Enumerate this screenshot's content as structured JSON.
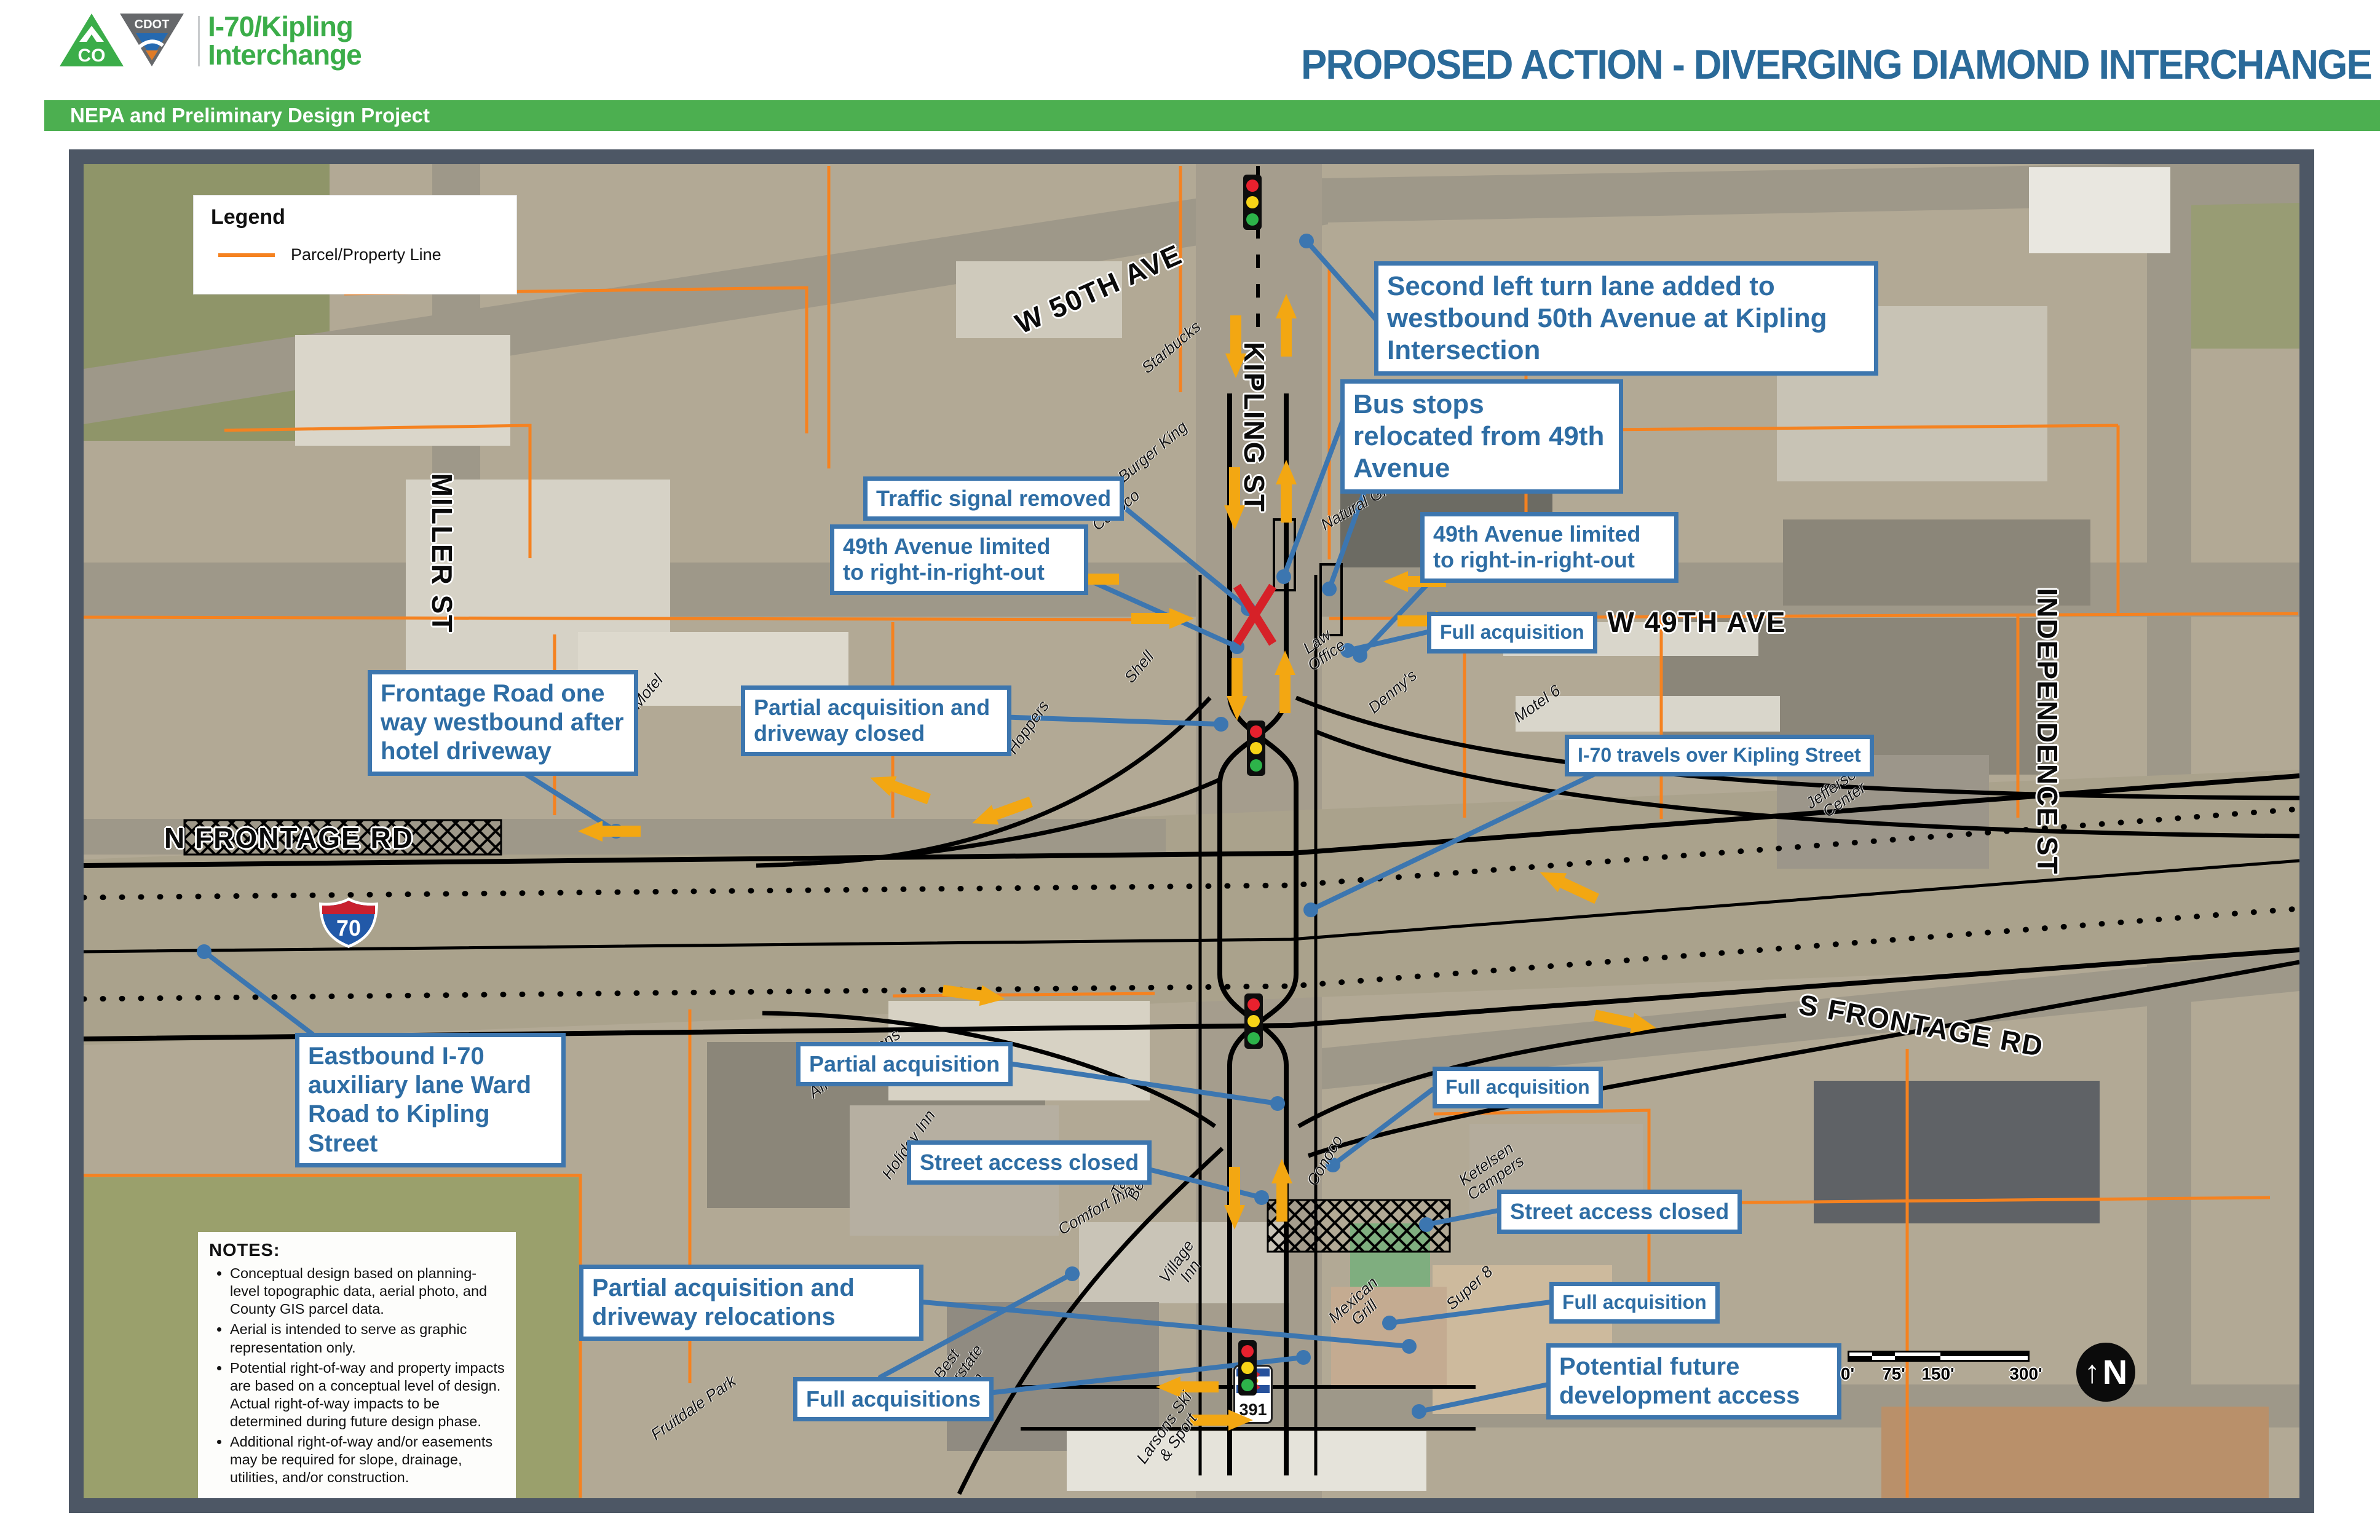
{
  "header": {
    "logo": {
      "co": "CO",
      "cdot": "CDOT"
    },
    "project_title_line1": "I-70/Kipling",
    "project_title_line2": "Interchange",
    "banner": "NEPA and Preliminary Design Project",
    "main_title": "PROPOSED ACTION - DIVERGING DIAMOND INTERCHANGE"
  },
  "legend": {
    "title": "Legend",
    "items": [
      {
        "label": "Parcel/Property Line",
        "swatch_color": "#F58220"
      }
    ]
  },
  "street_labels": [
    {
      "text": "W 50TH AVE"
    },
    {
      "text": "KIPLING ST"
    },
    {
      "text": "MILLER ST"
    },
    {
      "text": "W 49TH AVE"
    },
    {
      "text": "INDEPENDENCE ST"
    },
    {
      "text": "N FRONTAGE RD"
    },
    {
      "text": "S FRONTAGE RD"
    }
  ],
  "route_shields": {
    "interstate": "70",
    "state_highway": "391"
  },
  "business_labels": [
    "Starbucks",
    "Burger King",
    "Conoco",
    "Natural Grocers",
    "Law Office",
    "Denny's",
    "Motel 6",
    "Shell",
    "American Motel",
    "Hoppers",
    "Jefferson Center",
    "Affordable Inns",
    "Holiday Inn",
    "Comfort Inn",
    "Taco Bell",
    "Conoco",
    "Ketelsen Campers",
    "Village Inn",
    "Mexican Grill",
    "Super 8",
    "Best Interstate Inn",
    "Fruitdale Park",
    "Larsons Ski & Sport"
  ],
  "callouts": [
    "Second left turn lane added to westbound 50th Avenue at Kipling Intersection",
    "Bus stops relocated from 49th Avenue",
    "Traffic signal removed",
    "49th Avenue limited to right-in-right-out",
    "49th Avenue limited to right-in-right-out",
    "Full acquisition",
    "Frontage Road one way westbound after hotel driveway",
    "Partial acquisition and driveway closed",
    "I-70 travels over Kipling Street",
    "Eastbound I-70 auxiliary lane Ward Road to Kipling Street",
    "Partial acquisition",
    "Street access closed",
    "Full acquisition",
    "Street access closed",
    "Partial acquisition and driveway relocations",
    "Full acquisitions",
    "Full acquisition",
    "Potential future development access"
  ],
  "notes": {
    "title": "NOTES:",
    "items": [
      "Conceptual design based on planning-level topographic data, aerial photo, and County GIS parcel data.",
      "Aerial is intended to serve as graphic representation only.",
      "Potential right-of-way and property impacts are based on a conceptual level of design. Actual right-of-way impacts to be determined during future design phase.",
      "Additional right-of-way and/or easements may be required for slope, drainage, utilities, and/or construction."
    ]
  },
  "scale_bar": {
    "labels": [
      "0'",
      "75'",
      "150'",
      "300'"
    ]
  },
  "north_arrow": {
    "label": "N"
  },
  "colors": {
    "logo_green": "#3BAD49",
    "banner_green": "#4CAF50",
    "title_blue": "#2A6A99",
    "callout_text_blue": "#2E6DA4",
    "callout_border_blue": "#3D76AE",
    "leader_blue": "#3C76B0",
    "parcel_orange": "#F58220",
    "flow_arrow_yellow": "#F3A712"
  }
}
